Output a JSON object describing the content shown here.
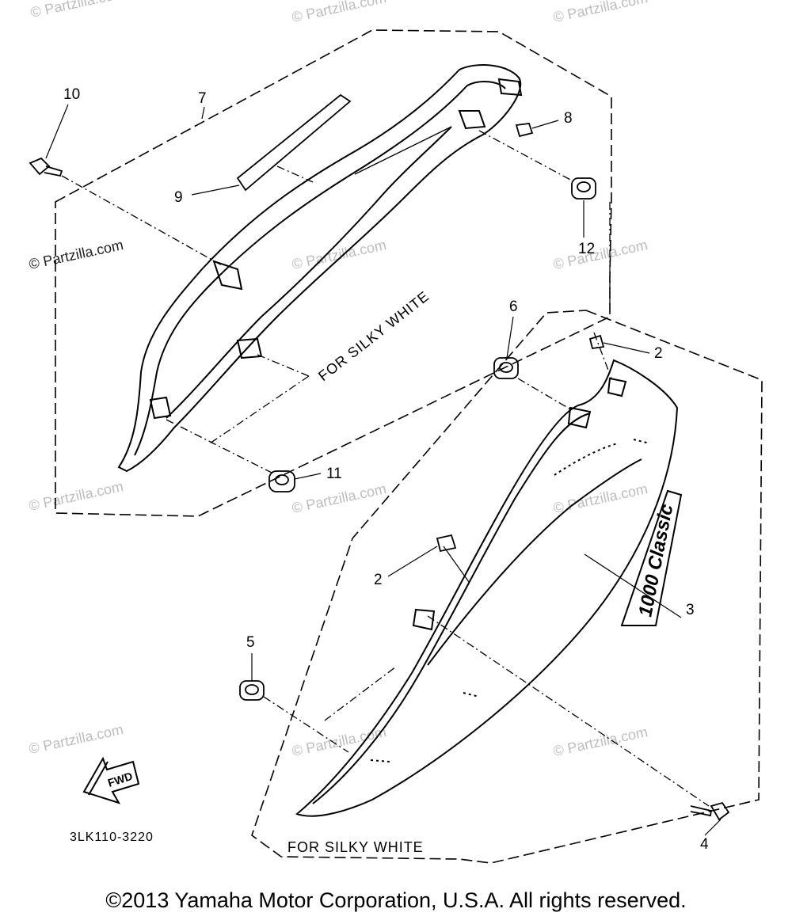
{
  "diagram": {
    "callouts": {
      "n10": "10",
      "n7": "7",
      "n8": "8",
      "n9": "9",
      "n12": "12",
      "n6": "6",
      "n2a": "2",
      "n11": "11",
      "n2b": "2",
      "n3": "3",
      "n5": "5",
      "n4": "4"
    },
    "upper_group_note": "FOR SILKY WHITE",
    "lower_group_note": "FOR SILKY WHITE",
    "fwd_arrow_label": "FWD",
    "drawing_code": "3LK110-3220",
    "emblem_text": "1000 Classic"
  },
  "watermark": "© Partzilla.com",
  "copyright": "©2013 Yamaha Motor Corporation, U.S.A. All rights reserved."
}
